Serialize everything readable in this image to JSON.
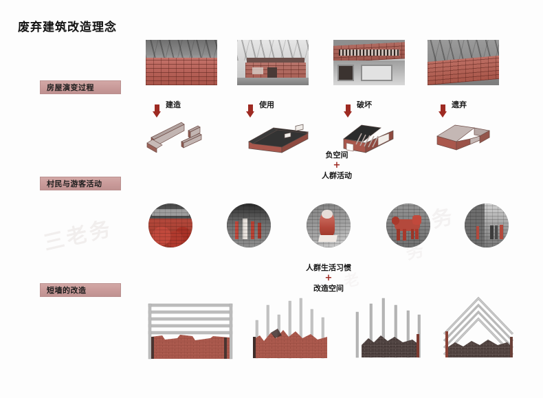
{
  "board": {
    "title": "废弃建筑改造理念",
    "background_color": "#fdfdfd",
    "accent_red": "#9e2a22",
    "pill_color": "#c99a99",
    "watermarks": [
      "三老务",
      "三老务",
      "务",
      "老"
    ]
  },
  "sections": [
    {
      "id": "evolution",
      "label": "房屋演变过程"
    },
    {
      "id": "activity",
      "label": "村民与游客活动"
    },
    {
      "id": "wall",
      "label": "短墙的改造"
    }
  ],
  "evolution_stages": [
    {
      "arrow_label": "建造",
      "photo_caption": "red brick ruin wall in winter woods",
      "diagram": "exploded wall panels"
    },
    {
      "arrow_label": "使用",
      "photo_caption": "intact brick farmhouse with pitched roof",
      "diagram": "complete house with dark tiled roof"
    },
    {
      "arrow_label": "破坏",
      "photo_caption": "collapsed eave with exposed rafters",
      "diagram": "house with broken roof and exposed beams"
    },
    {
      "arrow_label": "遗弃",
      "photo_caption": "abandoned stone wall overgrown",
      "diagram": "remaining perimeter walls only"
    }
  ],
  "note_one": {
    "top": "负空间",
    "plus": "+",
    "bottom": "人群活动"
  },
  "note_two": {
    "top": "人群生活习惯",
    "plus": "+",
    "bottom": "改造空间"
  },
  "activity_photos": [
    {
      "caption": "villagers gathered at a red market stall"
    },
    {
      "caption": "children playing in a stone courtyard"
    },
    {
      "caption": "child in patterned coat reading a book"
    },
    {
      "caption": "pack animal carrying red panniers"
    },
    {
      "caption": "people walking along a village lane"
    }
  ],
  "wall_studies": [
    {
      "caption": "horizontal louvre frame above broken brick wall"
    },
    {
      "caption": "vertical posts rising from ruined brick wall"
    },
    {
      "caption": "tall slender poles over dark rubble wall"
    },
    {
      "caption": "chevron gable frame over rubble wall"
    }
  ]
}
